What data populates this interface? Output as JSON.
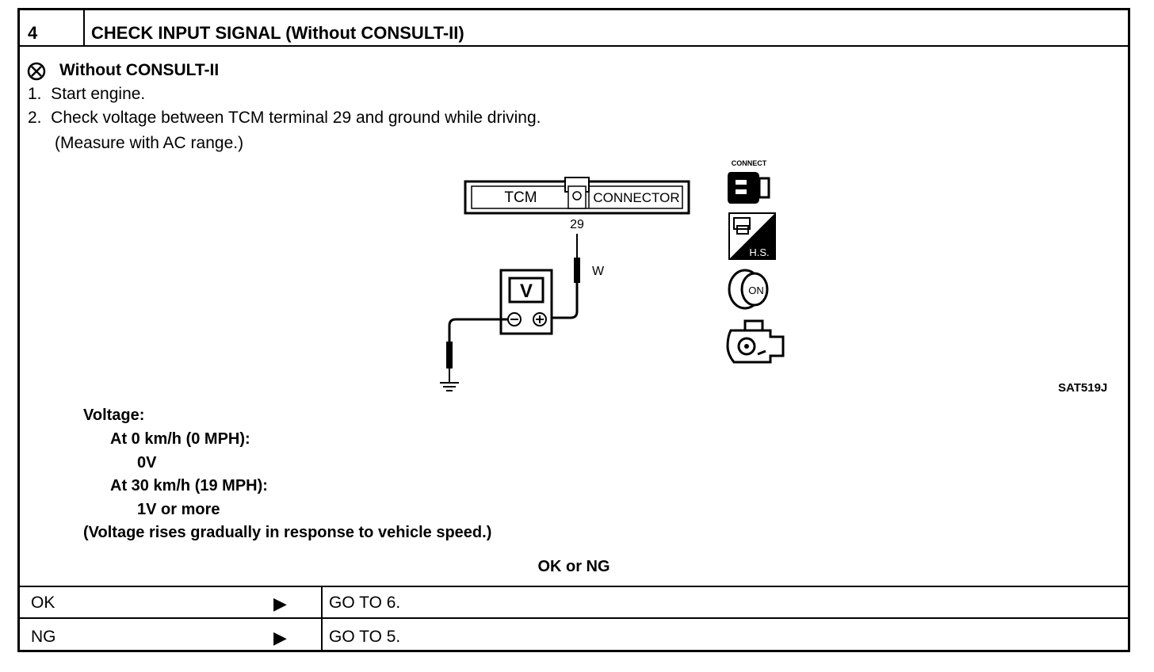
{
  "header": {
    "step_number": "4",
    "title": "CHECK INPUT SIGNAL (Without CONSULT-II)"
  },
  "procedure": {
    "heading": "Without CONSULT-II",
    "heading_icon": "no-consult-icon",
    "steps": [
      "1.  Start engine.",
      "2.  Check voltage between TCM terminal 29 and ground while driving.",
      "(Measure with AC range.)"
    ]
  },
  "diagram": {
    "tcm_label": "TCM",
    "connector_label": "CONNECTOR",
    "terminal_number": "29",
    "wire_color": "W",
    "meter_label": "V",
    "negative_symbol": "⊖",
    "positive_symbol": "⊕",
    "figure_code": "SAT519J",
    "icons": [
      "connect-icon",
      "harness-side-icon",
      "ignition-on-icon",
      "engine-running-icon"
    ],
    "icon_labels": {
      "connect": "CONNECT",
      "harness_side": "H.S.",
      "ignition": "ON"
    }
  },
  "specification": {
    "label": "Voltage:",
    "condition_1": "At 0 km/h (0 MPH):",
    "value_1": "0V",
    "condition_2": "At 30 km/h (19 MPH):",
    "value_2": "1V or more",
    "note": "(Voltage rises gradually in response to vehicle speed.)"
  },
  "result_prompt": "OK or NG",
  "results": [
    {
      "label": "OK",
      "arrow": "▶",
      "action": "GO TO 6."
    },
    {
      "label": "NG",
      "arrow": "▶",
      "action": "GO TO 5."
    }
  ]
}
